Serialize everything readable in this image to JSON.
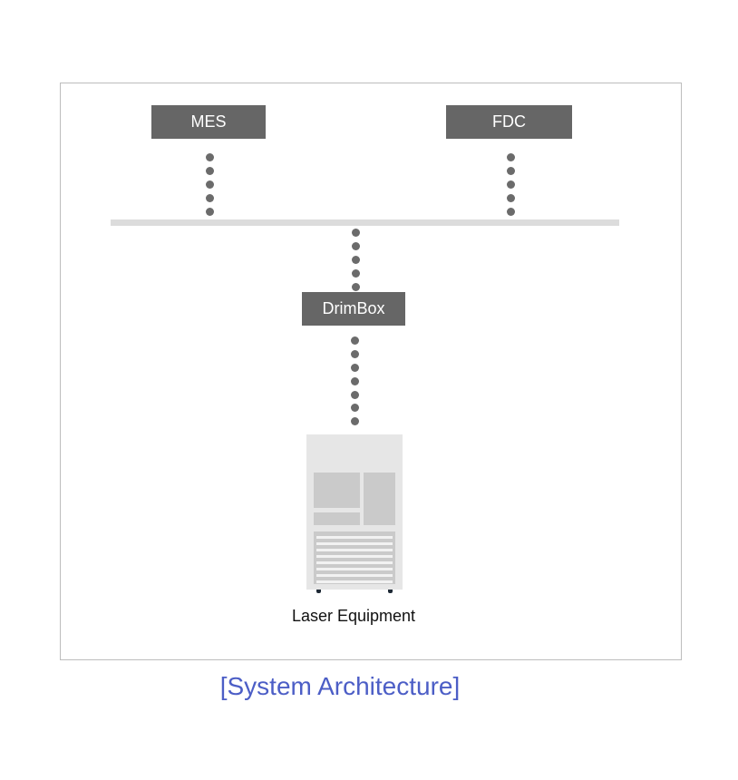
{
  "diagram": {
    "nodes": {
      "mes": "MES",
      "fdc": "FDC",
      "drimbox": "DrimBox"
    },
    "equipment_label": "Laser Equipment",
    "caption": "[System Architecture]",
    "colors": {
      "node_fill": "#666666",
      "node_text": "#ffffff",
      "bus": "#dcdcdc",
      "connector_dots": "#6b6b6b",
      "caption": "#4c5ec6",
      "frame_border": "#bdbdbd"
    },
    "connections": [
      {
        "from": "MES",
        "to": "network-bus",
        "style": "dotted"
      },
      {
        "from": "FDC",
        "to": "network-bus",
        "style": "dotted"
      },
      {
        "from": "network-bus",
        "to": "DrimBox",
        "style": "dotted"
      },
      {
        "from": "DrimBox",
        "to": "Laser Equipment",
        "style": "dotted"
      }
    ]
  }
}
